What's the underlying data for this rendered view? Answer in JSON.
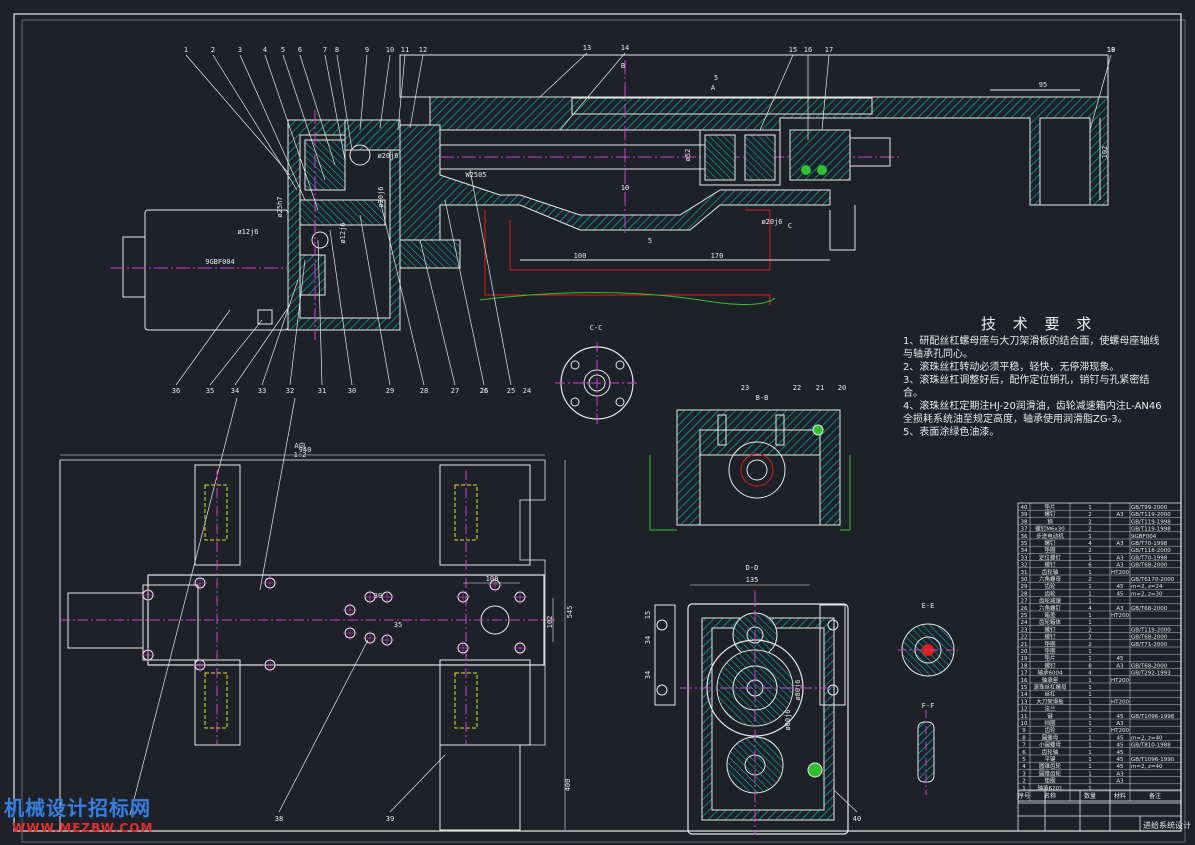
{
  "tech": {
    "title": "技 术 要 求",
    "items": [
      "1、研配丝杠螺母座与大刀架滑板的结合面，使螺母座轴线与轴承孔同心。",
      "2、滚珠丝杠转动必须平稳，轻快，无停滞现象。",
      "3、滚珠丝杠调整好后，配作定位销孔，销钉与孔紧密结合。",
      "4、滚珠丝杠定期注HJ-20润滑油，齿轮减速箱内注L-AN46全损耗系统油至规定高度，轴承使用润滑脂ZG-3。",
      "5、表面涂绿色油漆。"
    ]
  },
  "watermark": {
    "title": "机械设计招标网",
    "url": "WWW.MEZBW.COM"
  },
  "balloons_top": [
    "1",
    "2",
    "3",
    "4",
    "5",
    "6",
    "7",
    "8",
    "9",
    "10",
    "11",
    "12",
    "13",
    "14",
    "15",
    "16",
    "17",
    "18",
    "19"
  ],
  "balloons_bottom": [
    "36",
    "35",
    "34",
    "33",
    "32",
    "31",
    "30",
    "29",
    "28",
    "27",
    "26",
    "25"
  ],
  "dims_top": [
    "95",
    "102",
    "5",
    "B",
    "A",
    "ø20j6",
    "ø12j6",
    "ø25h7",
    "ø20j6",
    "ø20j6",
    "ø12j6",
    "W2505",
    "ø52",
    "10",
    "100",
    "170",
    "5",
    "C",
    "9GBF004"
  ],
  "views": {
    "cc": "C-C",
    "bb": "B-B",
    "dd": "D-D",
    "ee": "E-E",
    "ff": "F-F",
    "a": "A向",
    "ascale": "1:2"
  },
  "dims_bottom": [
    "940",
    "545",
    "108",
    "30",
    "35",
    "102",
    "400",
    "135",
    "34",
    "34",
    "15",
    "ø80j6",
    "ø80j6"
  ],
  "balloons_misc": [
    "23",
    "22",
    "21",
    "20",
    "24",
    "26",
    "38",
    "39",
    "40"
  ],
  "bom": {
    "rows": [
      [
        "40",
        "垫片",
        "1",
        "",
        "GB/T99-2000"
      ],
      [
        "39",
        "螺钉",
        "2",
        "A3",
        "GB/T119-2000"
      ],
      [
        "38",
        "销",
        "2",
        "",
        "GB/T119-1998"
      ],
      [
        "37",
        "螺钉M6x30",
        "2",
        "",
        "GB/T119-1998"
      ],
      [
        "36",
        "步进电动机",
        "1",
        "",
        "9GBF004"
      ],
      [
        "35",
        "螺钉",
        "4",
        "A3",
        "GB/T70-1998"
      ],
      [
        "34",
        "垫圈",
        "2",
        "",
        "GB/T118-2000"
      ],
      [
        "33",
        "定位螺钉",
        "1",
        "A3",
        "GB/T70-1998"
      ],
      [
        "32",
        "螺钉",
        "6",
        "A3",
        "GB/T68-2000"
      ],
      [
        "31",
        "齿轮轴",
        "1",
        "HT200",
        ""
      ],
      [
        "30",
        "六角螺母",
        "2",
        "",
        "GB/T6170-2000"
      ],
      [
        "29",
        "齿轮",
        "1",
        "45",
        "m=2, z=24"
      ],
      [
        "28",
        "齿轮",
        "1",
        "45",
        "m=2, z=30"
      ],
      [
        "27",
        "齿轮减速",
        "1",
        "",
        ""
      ],
      [
        "26",
        "六角螺钉",
        "4",
        "A3",
        "GB/T68-2000"
      ],
      [
        "25",
        "箱盖",
        "1",
        "HT200",
        ""
      ],
      [
        "24",
        "齿轮箱体",
        "1",
        "",
        ""
      ],
      [
        "23",
        "螺钉",
        "2",
        "",
        "GB/T119-2000"
      ],
      [
        "22",
        "螺钉",
        "2",
        "",
        "GB/T68-2000"
      ],
      [
        "21",
        "垫圈",
        "2",
        "",
        "GB/T71-2000"
      ],
      [
        "20",
        "垫圈",
        "1",
        "",
        ""
      ],
      [
        "19",
        "垫片",
        "1",
        "45",
        ""
      ],
      [
        "18",
        "螺钉",
        "8",
        "A3",
        "GB/T68-2000"
      ],
      [
        "17",
        "轴承6004",
        "4",
        "",
        "GB/T292-1993"
      ],
      [
        "16",
        "轴承座",
        "1",
        "HT200",
        ""
      ],
      [
        "15",
        "滚珠丝杠螺母",
        "1",
        "",
        ""
      ],
      [
        "14",
        "丝杠",
        "1",
        "",
        ""
      ],
      [
        "13",
        "大刀架滑板",
        "1",
        "HT200",
        ""
      ],
      [
        "12",
        "法兰",
        "1",
        "",
        ""
      ],
      [
        "11",
        "键",
        "1",
        "45",
        "GB/T1096-1998"
      ],
      [
        "10",
        "挡圈",
        "1",
        "A3",
        ""
      ],
      [
        "9",
        "齿轮",
        "1",
        "HT200",
        ""
      ],
      [
        "8",
        "圆螺母",
        "1",
        "45",
        "m=2, z=40"
      ],
      [
        "7",
        "小圆螺母",
        "1",
        "45",
        "GB/T810-1988"
      ],
      [
        "6",
        "齿轮轴",
        "1",
        "45",
        ""
      ],
      [
        "5",
        "平键",
        "1",
        "45",
        "GB/T1096-1990"
      ],
      [
        "4",
        "圆锥齿轮",
        "1",
        "45",
        "m=2, z=40"
      ],
      [
        "3",
        "圆锥齿轮",
        "1",
        "A3",
        ""
      ],
      [
        "2",
        "垫圈",
        "1",
        "A3",
        ""
      ],
      [
        "1",
        "轴承6201",
        "1",
        "",
        ""
      ]
    ],
    "header": [
      "序号",
      "名称",
      "数量",
      "材料",
      "备注"
    ],
    "title_label": "进给系统设计"
  },
  "colors": {
    "bg": "#1e2127",
    "line": "#e8e8e8",
    "hatch": "#00b8b8",
    "center": "#d040d0",
    "red": "#d82020",
    "green": "#30c030",
    "yellow": "#e0e020"
  }
}
